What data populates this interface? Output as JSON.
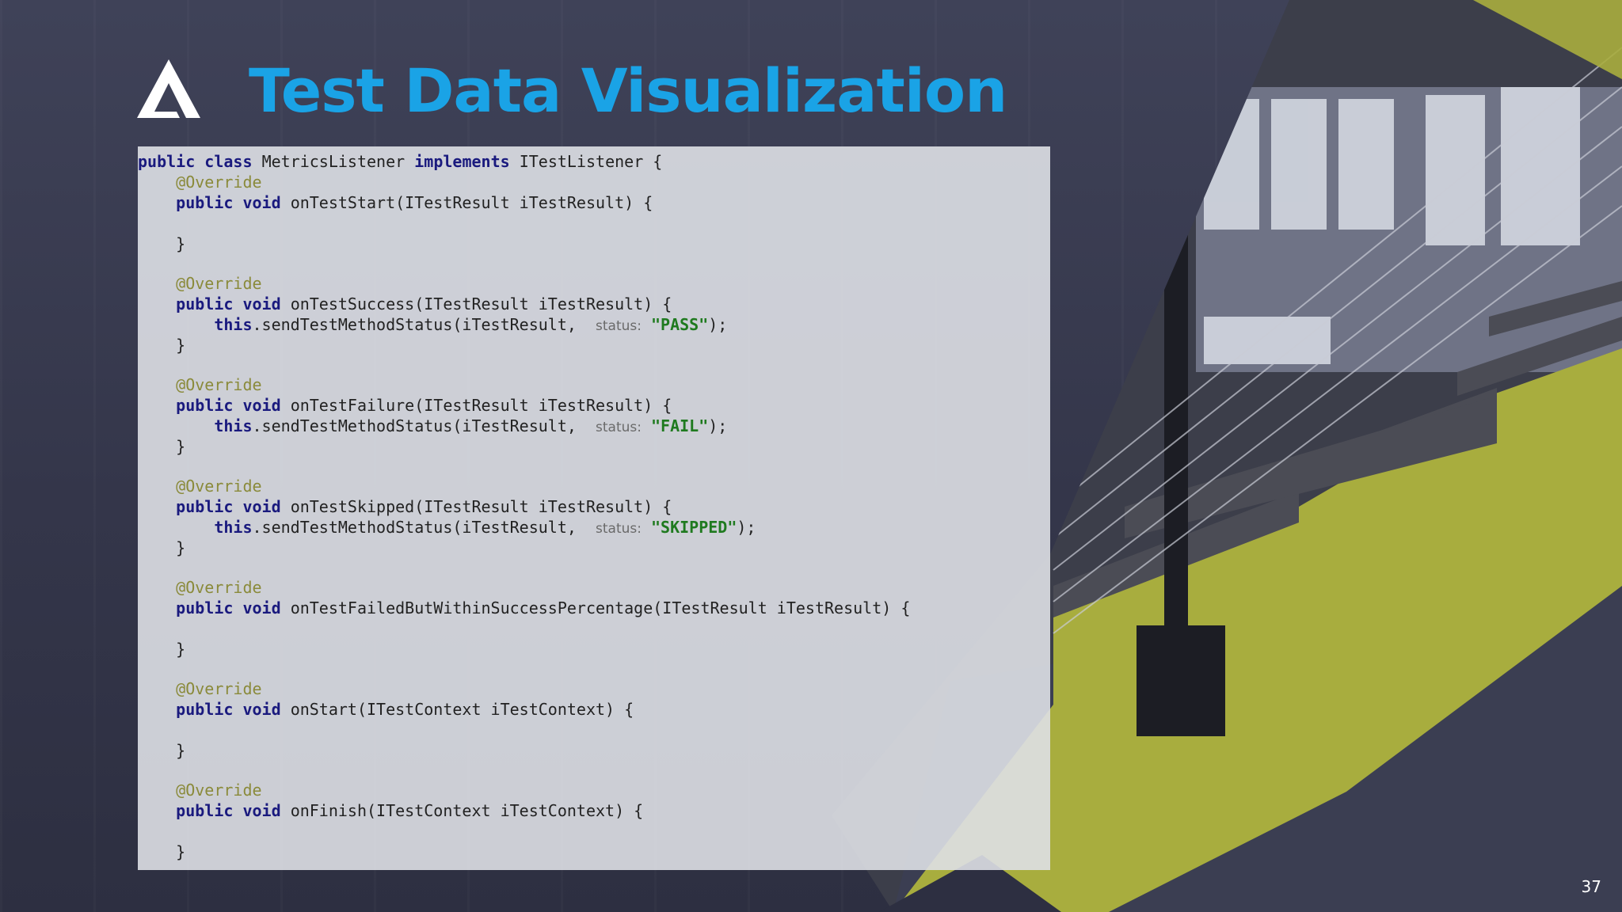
{
  "slide": {
    "title": "Test Data Visualization",
    "page_number": "37"
  },
  "code": {
    "class_decl": {
      "kw1": "public",
      "kw2": "class",
      "name": "MetricsListener",
      "kw3": "implements",
      "iface": "ITestListener {"
    },
    "annotation": "@Override",
    "public_kw": "public",
    "void_kw": "void",
    "this_kw": "this",
    "closing_brace": "}",
    "status_hint": "status:",
    "methods": [
      {
        "signature": "onTestStart(ITestResult iTestResult) {"
      },
      {
        "signature": "onTestSuccess(ITestResult iTestResult) {",
        "call": ".sendTestMethodStatus(iTestResult,",
        "status_value": "\"PASS\"",
        "end": ");"
      },
      {
        "signature": "onTestFailure(ITestResult iTestResult) {",
        "call": ".sendTestMethodStatus(iTestResult,",
        "status_value": "\"FAIL\"",
        "end": ");"
      },
      {
        "signature": "onTestSkipped(ITestResult iTestResult) {",
        "call": ".sendTestMethodStatus(iTestResult,",
        "status_value": "\"SKIPPED\"",
        "end": ");"
      },
      {
        "signature": "onTestFailedButWithinSuccessPercentage(ITestResult iTestResult) {"
      },
      {
        "signature": "onStart(ITestContext iTestContext) {"
      },
      {
        "signature": "onFinish(ITestContext iTestContext) {"
      }
    ]
  },
  "colors": {
    "title": "#1aa3e6",
    "keyword": "#1a1a7e",
    "annotation": "#8a8a3a",
    "string": "#1f7a1f",
    "accent_green": "#a8ad3e"
  }
}
